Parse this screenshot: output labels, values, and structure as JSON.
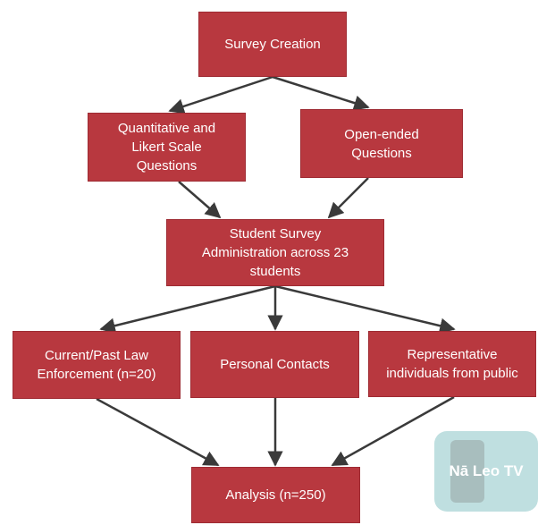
{
  "diagram": {
    "nodes": {
      "survey_creation": "Survey Creation",
      "quantitative": "Quantitative and\nLikert Scale\nQuestions",
      "open_ended": "Open-ended\nQuestions",
      "administration": "Student Survey\nAdministration across 23\nstudents",
      "law_enforcement": "Current/Past Law\nEnforcement (n=20)",
      "personal_contacts": "Personal Contacts",
      "representative": "Representative\nindividuals from public",
      "analysis": "Analysis (n=250)"
    },
    "edges": [
      [
        "survey_creation",
        "quantitative"
      ],
      [
        "survey_creation",
        "open_ended"
      ],
      [
        "quantitative",
        "administration"
      ],
      [
        "open_ended",
        "administration"
      ],
      [
        "administration",
        "law_enforcement"
      ],
      [
        "administration",
        "personal_contacts"
      ],
      [
        "administration",
        "representative"
      ],
      [
        "law_enforcement",
        "analysis"
      ],
      [
        "personal_contacts",
        "analysis"
      ],
      [
        "representative",
        "analysis"
      ]
    ],
    "colors": {
      "box": "#b8383f",
      "text": "#ffffff",
      "arrow": "#3a3a3a"
    }
  },
  "watermark": {
    "text": "Nā Leo TV"
  }
}
